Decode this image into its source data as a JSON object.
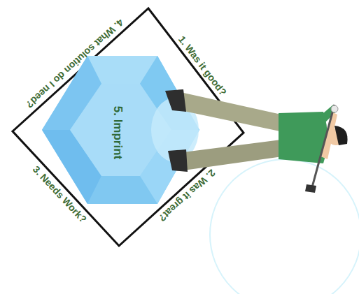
{
  "diagram": {
    "nodes": [
      {
        "text": [
          "1. Was it good?",
          "2. Was it great?",
          "3. Needs Work?",
          "4. What solution do I need?"
        ]
      },
      {
        "text": [
          "5. Imprint"
        ],
        "in": 0
      }
    ]
  }
}
